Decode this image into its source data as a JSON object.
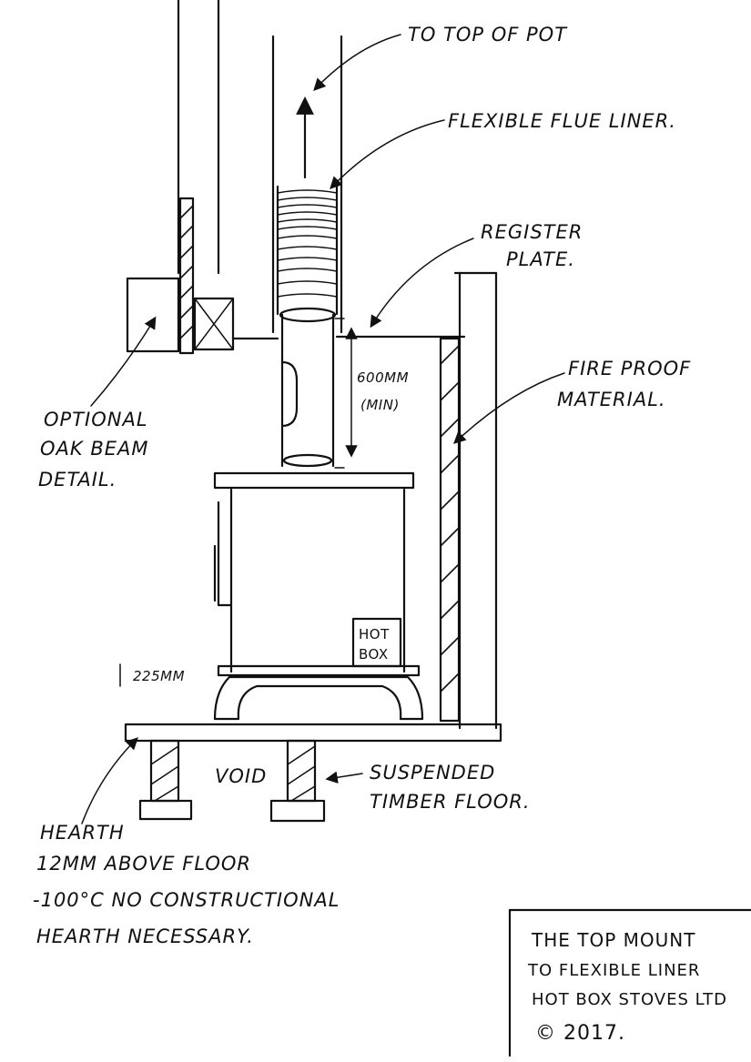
{
  "labels": {
    "to_top_of_pot": "TO TOP OF POT",
    "flexible_flue_liner": "FLEXIBLE FLUE LINER.",
    "register_plate_1": "REGISTER",
    "register_plate_2": "PLATE.",
    "fire_proof_1": "FIRE PROOF",
    "fire_proof_2": "MATERIAL.",
    "oak_beam_1": "OPTIONAL",
    "oak_beam_2": "OAK BEAM",
    "oak_beam_3": "DETAIL.",
    "dim_600_1": "600MM",
    "dim_600_2": "(MIN)",
    "stove_badge_1": "HOT",
    "stove_badge_2": "BOX",
    "dim_225": "225MM",
    "void": "VOID",
    "suspended_floor_1": "SUSPENDED",
    "suspended_floor_2": "TIMBER FLOOR.",
    "hearth_1": "HEARTH",
    "hearth_2": "12MM ABOVE FLOOR",
    "hearth_3": "-100°C NO CONSTRUCTIONAL",
    "hearth_4": "HEARTH NECESSARY."
  },
  "title_box": {
    "line1": "THE TOP MOUNT",
    "line2": "TO FLEXIBLE LINER",
    "line3": "HOT BOX STOVES LTD",
    "line4": "© 2017."
  }
}
